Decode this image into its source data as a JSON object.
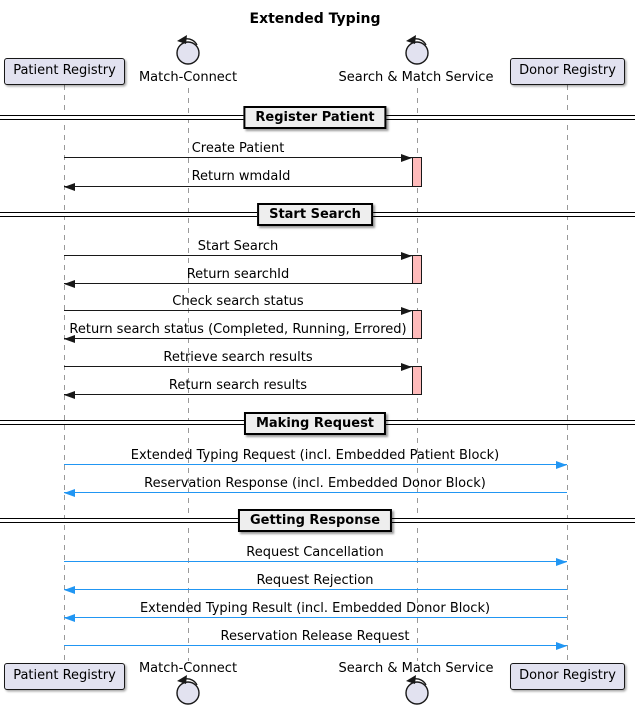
{
  "diagram": {
    "title": "Extended Typing"
  },
  "participants": {
    "patient_registry": "Patient Registry",
    "match_connect": "Match-Connect",
    "search_match_service": "Search & Match Service",
    "donor_registry": "Donor Registry"
  },
  "sections": {
    "register_patient": "Register Patient",
    "start_search": "Start Search",
    "making_request": "Making Request",
    "getting_response": "Getting Response"
  },
  "messages": {
    "create_patient": "Create Patient",
    "return_wmdaid": "Return wmdaId",
    "start_search": "Start Search",
    "return_searchid": "Return searchId",
    "check_search_status": "Check search status",
    "return_search_status": "Return search status (Completed, Running, Errored)",
    "retrieve_search_results": "Retrieve search results",
    "return_search_results": "Return search results",
    "extended_typing_request": "Extended Typing Request (incl. Embedded Patient Block)",
    "reservation_response": "Reservation Response (incl. Embedded Donor Block)",
    "request_cancellation": "Request Cancellation",
    "request_rejection": "Request Rejection",
    "extended_typing_result": "Extended Typing Result (incl. Embedded Donor Block)",
    "reservation_release_request": "Reservation Release Request"
  },
  "colors": {
    "participant_fill": "#E2E2F0",
    "participant_border": "#181818",
    "activation_fill": "#FFBBBB",
    "divider_fill": "#EEEEEE",
    "black_arrow": "#181818",
    "blue_arrow": "#2196F3",
    "lifeline": "#999999"
  }
}
